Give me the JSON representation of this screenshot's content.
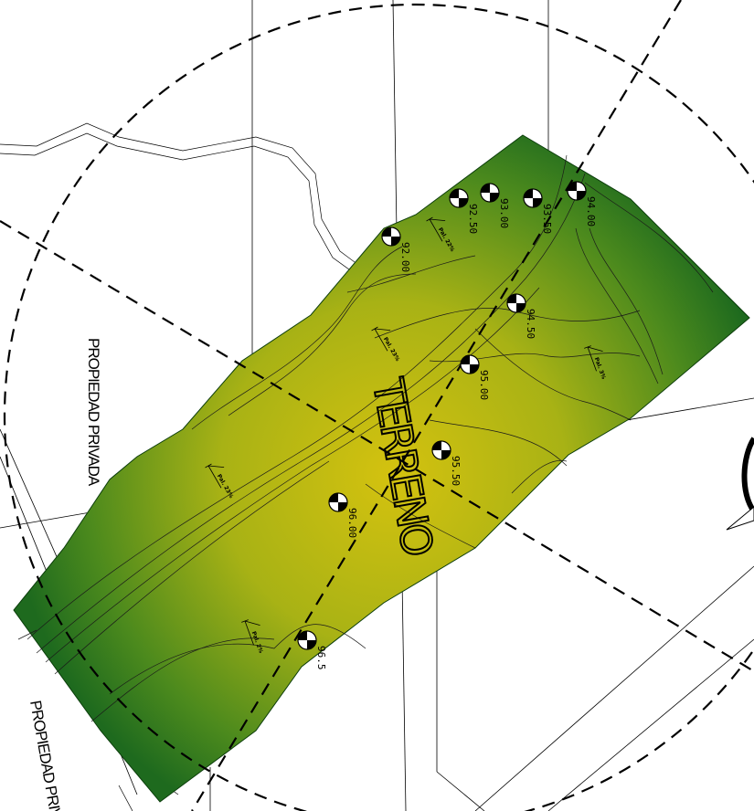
{
  "title": "TERRENO",
  "labels": {
    "property_left": "PROPIEDAD PRIVADA",
    "property_bottom": "PROPIEDAD PRIV"
  },
  "elevations": [
    "92.00",
    "92.50",
    "93.00",
    "93.50",
    "94.00",
    "94.50",
    "95.00",
    "95.50",
    "96.00",
    "96.5"
  ],
  "flags": [
    "Pal. 22%",
    "Pal. 23%",
    "Pal. 3%",
    "Pal. 23%",
    "Pal. 2%"
  ],
  "colors": {
    "terrain_center": "#d4c20f",
    "terrain_mid": "#a8b215",
    "terrain_edge": "#1e6a1e",
    "line": "#000000",
    "background": "#ffffff"
  }
}
